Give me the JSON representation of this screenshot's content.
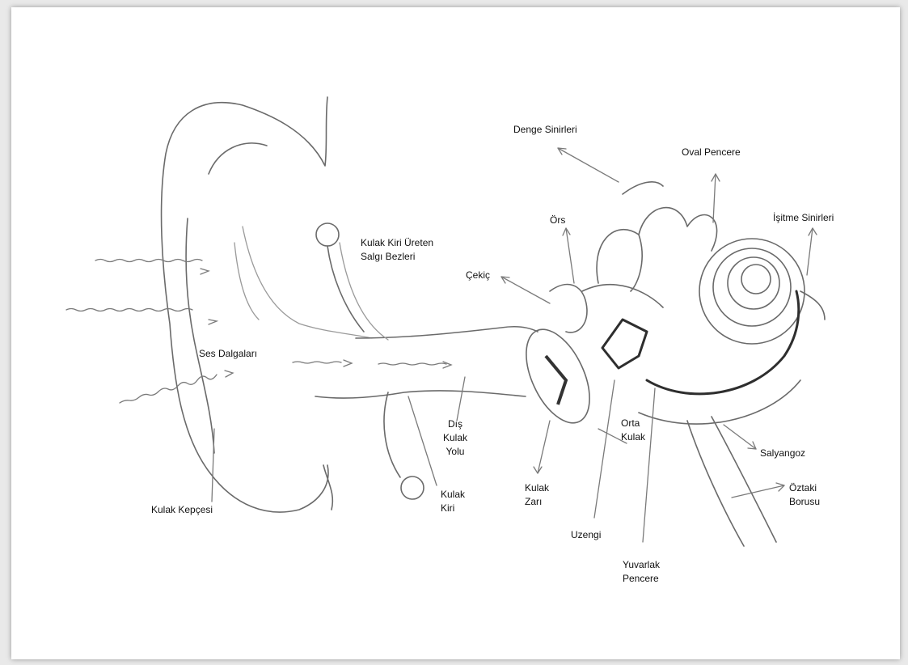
{
  "labels": {
    "denge_sinirleri": "Denge Sinirleri",
    "oval_pencere": "Oval Pencere",
    "ors": "Örs",
    "isitme_sinirleri": "İşitme Sinirleri",
    "kulak_kiri_ureten_1": "Kulak Kiri Üreten",
    "kulak_kiri_ureten_2": "Salgı Bezleri",
    "cekic": "Çekiç",
    "ses_dalgalari": "Ses Dalgaları",
    "dis_kulak_yolu_1": "Dış",
    "dis_kulak_yolu_2": "Kulak",
    "dis_kulak_yolu_3": "Yolu",
    "orta_kulak_1": "Orta",
    "orta_kulak_2": "Kulak",
    "salyangoz": "Salyangoz",
    "kulak_kepcesi": "Kulak Kepçesi",
    "kulak_kiri_1": "Kulak",
    "kulak_kiri_2": "Kiri",
    "kulak_zari_1": "Kulak",
    "kulak_zari_2": "Zarı",
    "oztaki_1": "Öztaki",
    "oztaki_2": "Borusu",
    "uzengi": "Uzengi",
    "yuvarlak_pencere_1": "Yuvarlak",
    "yuvarlak_pencere_2": "Pencere"
  }
}
